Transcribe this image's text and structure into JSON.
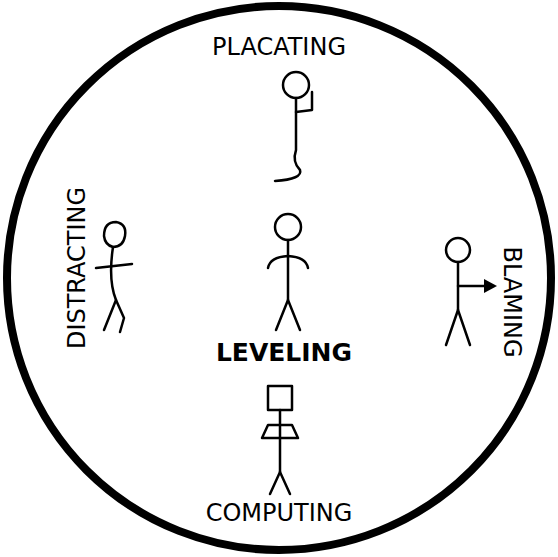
{
  "diagram": {
    "nodes": [
      {
        "text": [
          "PLACATING",
          "DISTRACTING",
          "LEVELING",
          "BLAMING",
          "COMPUTING"
        ]
      }
    ]
  }
}
